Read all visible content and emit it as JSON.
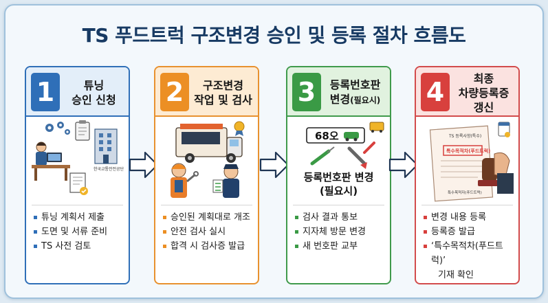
{
  "title": "TS 푸드트럭 구조변경 승인 및 등록 절차 흐름도",
  "colors": {
    "step1": "#2f6fb8",
    "step2": "#ec8f24",
    "step3": "#3a9a45",
    "step4": "#d8403d",
    "title": "#173a63"
  },
  "steps": [
    {
      "number": "1",
      "title_line1": "튜닝",
      "title_line2": "승인 신청",
      "illustration_label": "한국교통안전공단",
      "items": [
        "튜닝 계획서 제출",
        "도면 및 서류 준비",
        "TS 사전 검토"
      ]
    },
    {
      "number": "2",
      "title_line1": "구조변경",
      "title_line2": "작업 및 검사",
      "items": [
        "승인된 계획대로 개조",
        "안전 검사 실시",
        "합격 시 검사증 발급"
      ]
    },
    {
      "number": "3",
      "title_line1": "등록번호판",
      "title_line2_main": "변경",
      "title_line2_small": "(필요시)",
      "plate_text": "68오",
      "plate_caption_line1": "등록번호판 변경",
      "plate_caption_line2": "(필요시)",
      "items": [
        "검사 결과 통보",
        "지자체 방문 변경",
        "새 번호판 교부"
      ]
    },
    {
      "number": "4",
      "title_line1": "최종",
      "title_line2": "차량등록증 갱신",
      "doc_header": "TS 등록사항(특수)",
      "doc_stamp_text": "특수목적차(푸드트럭)",
      "doc_footer": "특수목적자(푸드트럭)",
      "items": [
        "변경 내용 등록",
        "등록증 발급",
        "‘특수목적차(푸드트럭)’",
        "기재 확인"
      ]
    }
  ]
}
